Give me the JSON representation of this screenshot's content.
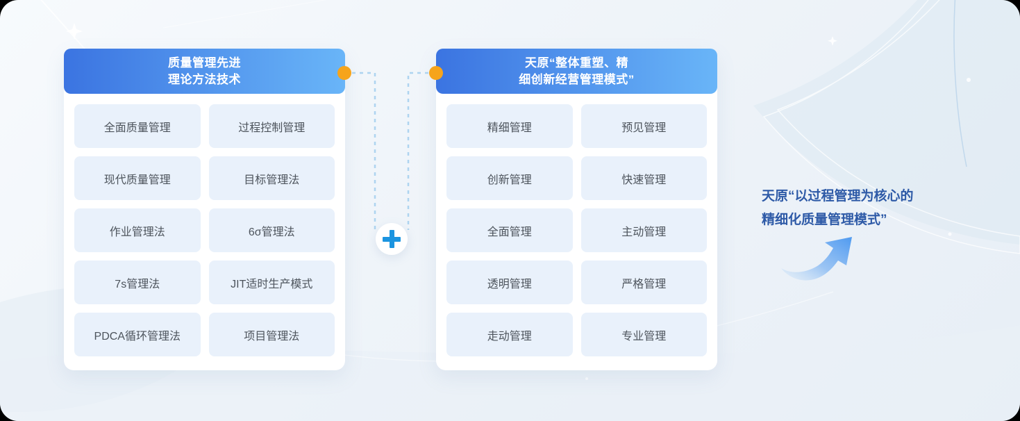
{
  "left_panel": {
    "title_line1": "质量管理先进",
    "title_line2": "理论方法技术",
    "items": [
      "全面质量管理",
      "过程控制管理",
      "现代质量管理",
      "目标管理法",
      "作业管理法",
      "6σ管理法",
      "7s管理法",
      "JIT适时生产模式",
      "PDCA循环管理法",
      "项目管理法"
    ]
  },
  "right_panel": {
    "title_line1": "天原“整体重塑、精",
    "title_line2": "细创新经营管理模式”",
    "items": [
      "精细管理",
      "预见管理",
      "创新管理",
      "快速管理",
      "全面管理",
      "主动管理",
      "透明管理",
      "严格管理",
      "走动管理",
      "专业管理"
    ]
  },
  "conclusion": {
    "line1": "天原“以过程管理为核心的",
    "line2": "精细化质量管理模式”"
  },
  "colors": {
    "header_gradient_start": "#3B74E1",
    "header_gradient_end": "#69B5F8",
    "accent_orange": "#F6A41B",
    "item_bg": "#E9F1FB",
    "item_text": "#4D545C",
    "plus_blue": "#1B94E0",
    "conclusion_text": "#2E5AA7",
    "dash_blue": "#AED4F0",
    "card_bg": "#FFFFFF"
  }
}
